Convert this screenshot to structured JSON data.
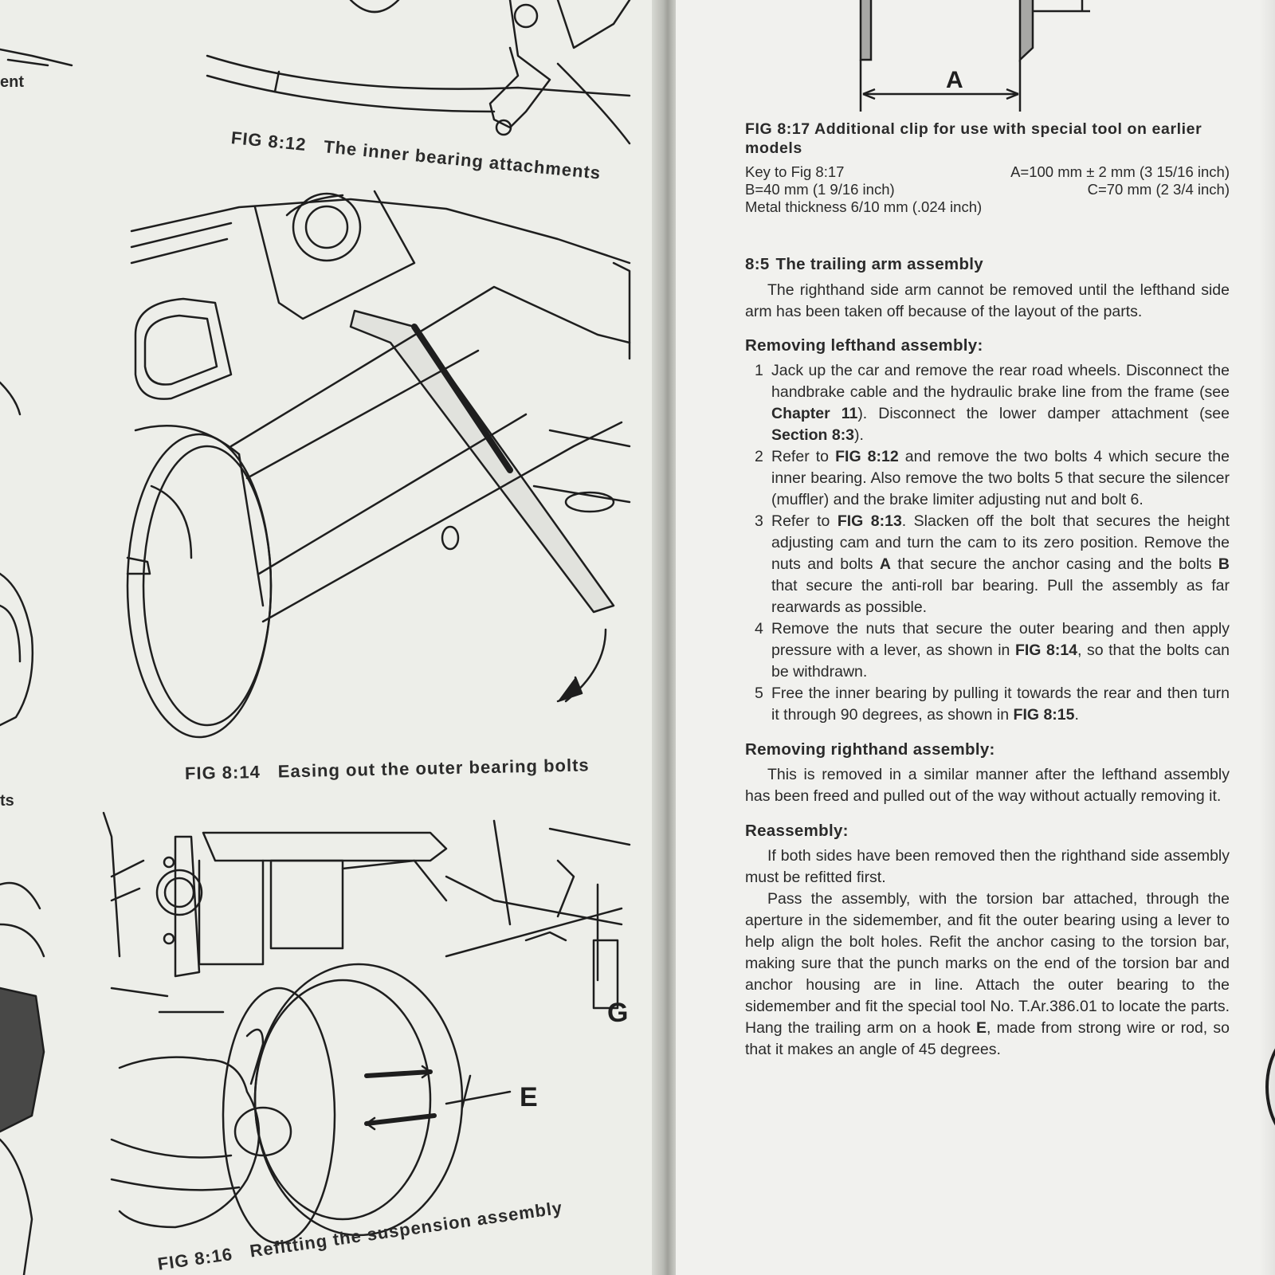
{
  "left_page": {
    "fragment_top": "ent",
    "fragment_mid": "ts",
    "captions": [
      {
        "num": "FIG 8:12",
        "text": "The inner bearing attachments"
      },
      {
        "num": "FIG 8:14",
        "text": "Easing out the outer bearing bolts"
      },
      {
        "num": "FIG 8:16",
        "text": "Refitting the suspension assembly"
      }
    ],
    "labels": {
      "e": "E",
      "g": "G"
    }
  },
  "right_page": {
    "dim_label": "A",
    "fig817_caption": "FIG 8:17  Additional clip for use with special tool on earlier models",
    "key": {
      "title": "Key to Fig 8:17",
      "a": "A=100 mm ± 2 mm (3 15/16 inch)",
      "b": "B=40 mm (1 9/16 inch)",
      "c": "C=70 mm (2 3/4 inch)",
      "thickness": "Metal thickness 6/10 mm (.024 inch)"
    },
    "section": {
      "number": "8:5",
      "title": "The trailing arm assembly",
      "intro": "The righthand side arm cannot be removed until the lefthand side arm has been taken off because of the layout of the parts."
    },
    "removing_left": {
      "heading": "Removing lefthand assembly:",
      "steps": [
        {
          "n": "1",
          "t1": "Jack up the car and remove the rear road wheels. Disconnect the handbrake cable and the hydraulic brake line from the frame (see ",
          "r1": "Chapter 11",
          "t2": "). Disconnect the lower damper attachment (see ",
          "r2": "Section 8:3",
          "t3": ")."
        },
        {
          "n": "2",
          "t1": "Refer to ",
          "r1": "FIG 8:12",
          "t2": " and remove the two bolts 4 which secure the inner bearing. Also remove the two bolts 5 that secure the silencer (muffler) and the brake limiter adjusting nut and bolt 6."
        },
        {
          "n": "3",
          "t1": "Refer to ",
          "r1": "FIG 8:13",
          "t2": ". Slacken off the bolt that secures the height adjusting cam and turn the cam to its zero position. Remove the nuts and bolts ",
          "r2": "A",
          "t3": " that secure the anchor casing and the bolts ",
          "r3": "B",
          "t4": " that secure the anti-roll bar bearing. Pull the assembly as far rearwards as possible."
        },
        {
          "n": "4",
          "t1": "Remove the nuts that secure the outer bearing and then apply pressure with a lever, as shown in ",
          "r1": "FIG 8:14",
          "t2": ", so that the bolts can be withdrawn."
        },
        {
          "n": "5",
          "t1": "Free the inner bearing by pulling it towards the rear and then turn it through 90 degrees, as shown in ",
          "r1": "FIG 8:15",
          "t2": "."
        }
      ]
    },
    "removing_right": {
      "heading": "Removing righthand assembly:",
      "text": "This is removed in a similar manner after the lefthand assembly has been freed and pulled out of the way without actually removing it."
    },
    "reassembly": {
      "heading": "Reassembly:",
      "p1": "If both sides have been removed then the righthand side assembly must be refitted first.",
      "p2a": "Pass the assembly, with the torsion bar attached, through the aperture in the sidemember, and fit the outer bearing using a lever to help align the bolt holes. Refit the anchor casing to the torsion bar, making sure that the punch marks on the end of the torsion bar and anchor housing are in line. Attach the outer bearing to the sidemember and fit the special tool No. T.Ar.386.01 to locate the parts. Hang the trailing arm on a hook ",
      "p2r": "E",
      "p2b": ", made from strong wire or rod, so that it makes an angle of 45 degrees."
    }
  }
}
